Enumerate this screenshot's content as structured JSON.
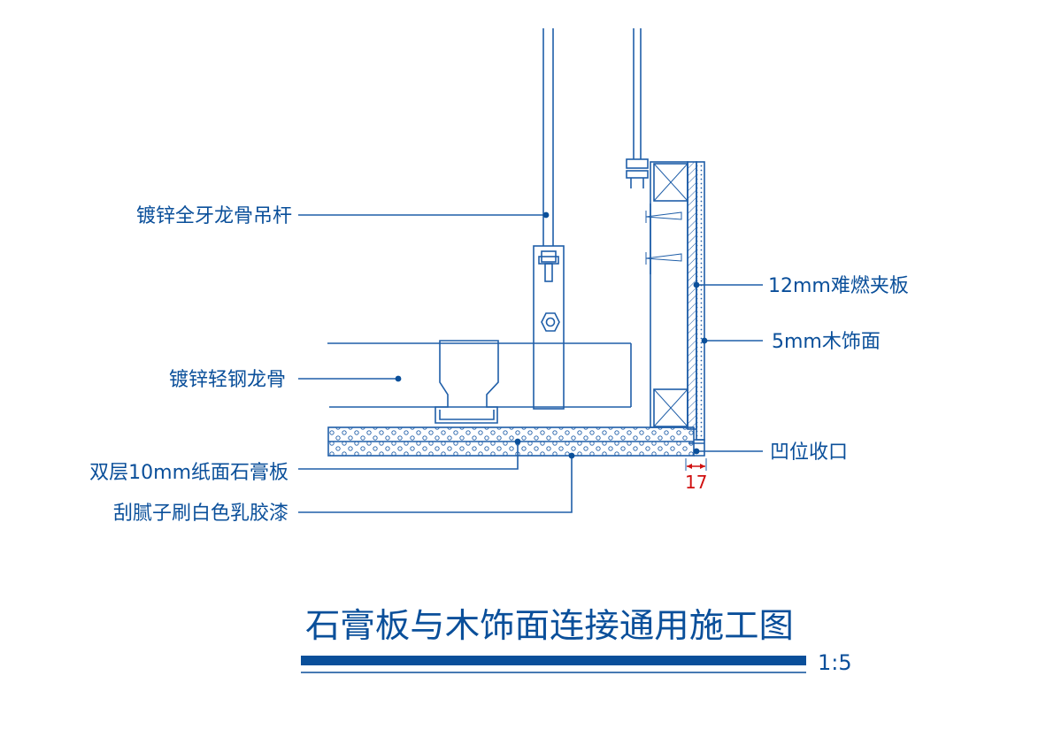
{
  "colors": {
    "line": "#1f5ea8",
    "text": "#0a4f9a",
    "dimension": "#d01010",
    "background": "#ffffff"
  },
  "labels": {
    "hanger_rod": "镀锌全牙龙骨吊杆",
    "steel_keel": "镀锌轻钢龙骨",
    "gypsum_board": "双层10mm纸面石膏板",
    "paint": "刮腻子刷白色乳胶漆",
    "plywood": "12mm难燃夹板",
    "wood_veneer": "5mm木饰面",
    "recess": "凹位收口"
  },
  "dimension": {
    "recess_width": "17"
  },
  "title": {
    "text": "石膏板与木饰面连接通用施工图",
    "scale": "1:5"
  }
}
